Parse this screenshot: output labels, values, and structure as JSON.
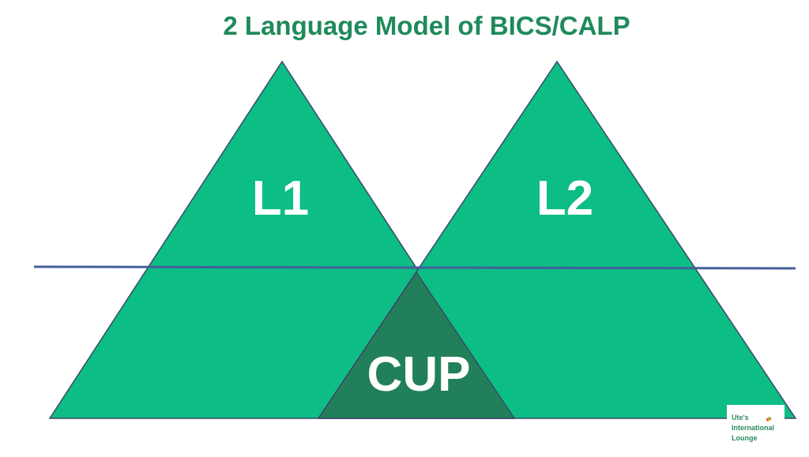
{
  "title": "2 Language Model of BICS/CALP",
  "labels": {
    "l1": "L1",
    "l2": "L2",
    "cup": "CUP"
  },
  "logo": {
    "line1": "Ute's",
    "line2": "International",
    "line3": "Lounge"
  },
  "colors": {
    "triangle": "#0cbd85",
    "cup": "#218059",
    "line": "#44609a",
    "title": "#1f8a5b"
  }
}
